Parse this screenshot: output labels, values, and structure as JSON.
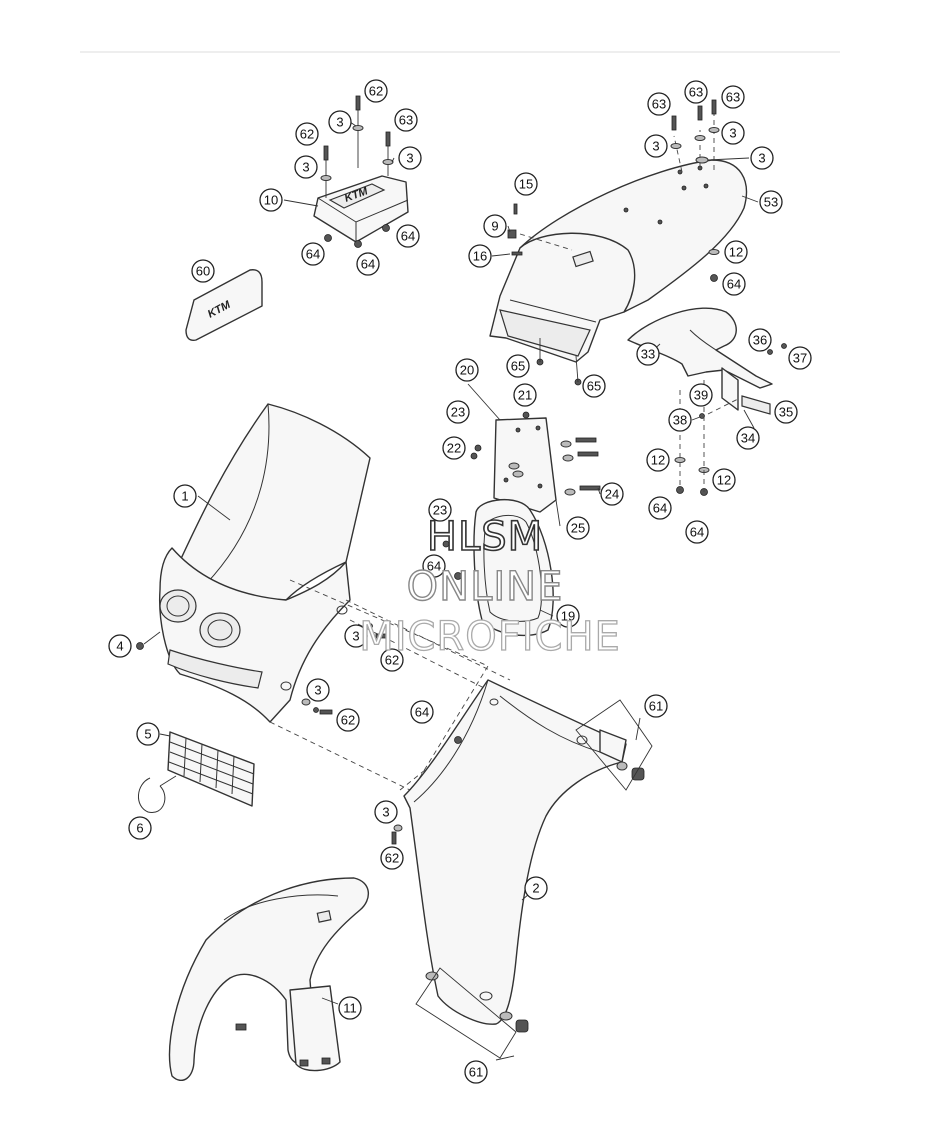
{
  "watermark": {
    "line1": "HLSM",
    "line2": "ONLINE",
    "line3": "MICROFICHE"
  },
  "logos": {
    "seat_logo": "KTM",
    "panel_logo": "KTM"
  },
  "callouts": [
    {
      "id": "c62a",
      "label": "62"
    },
    {
      "id": "c3a",
      "label": "3"
    },
    {
      "id": "c63a",
      "label": "63"
    },
    {
      "id": "c62b",
      "label": "62"
    },
    {
      "id": "c3b",
      "label": "3"
    },
    {
      "id": "c3c",
      "label": "3"
    },
    {
      "id": "c10",
      "label": "10"
    },
    {
      "id": "c64a",
      "label": "64"
    },
    {
      "id": "c64b",
      "label": "64"
    },
    {
      "id": "c64c",
      "label": "64"
    },
    {
      "id": "c60",
      "label": "60"
    },
    {
      "id": "c63b",
      "label": "63"
    },
    {
      "id": "c63c",
      "label": "63"
    },
    {
      "id": "c63d",
      "label": "63"
    },
    {
      "id": "c3d",
      "label": "3"
    },
    {
      "id": "c3e",
      "label": "3"
    },
    {
      "id": "c3f",
      "label": "3"
    },
    {
      "id": "c15",
      "label": "15"
    },
    {
      "id": "c53",
      "label": "53"
    },
    {
      "id": "c9",
      "label": "9"
    },
    {
      "id": "c16",
      "label": "16"
    },
    {
      "id": "c12a",
      "label": "12"
    },
    {
      "id": "c64d",
      "label": "64"
    },
    {
      "id": "c65a",
      "label": "65"
    },
    {
      "id": "c65b",
      "label": "65"
    },
    {
      "id": "c33",
      "label": "33"
    },
    {
      "id": "c36",
      "label": "36"
    },
    {
      "id": "c37",
      "label": "37"
    },
    {
      "id": "c20",
      "label": "20"
    },
    {
      "id": "c21",
      "label": "21"
    },
    {
      "id": "c23a",
      "label": "23"
    },
    {
      "id": "c22",
      "label": "22"
    },
    {
      "id": "c39",
      "label": "39"
    },
    {
      "id": "c38",
      "label": "38"
    },
    {
      "id": "c35",
      "label": "35"
    },
    {
      "id": "c34",
      "label": "34"
    },
    {
      "id": "c12b",
      "label": "12"
    },
    {
      "id": "c12c",
      "label": "12"
    },
    {
      "id": "c24",
      "label": "24"
    },
    {
      "id": "c64e",
      "label": "64"
    },
    {
      "id": "c64f",
      "label": "64"
    },
    {
      "id": "c1",
      "label": "1"
    },
    {
      "id": "c23b",
      "label": "23"
    },
    {
      "id": "c25",
      "label": "25"
    },
    {
      "id": "c64g",
      "label": "64"
    },
    {
      "id": "c19",
      "label": "19"
    },
    {
      "id": "c4",
      "label": "4"
    },
    {
      "id": "c3g",
      "label": "3"
    },
    {
      "id": "c62c",
      "label": "62"
    },
    {
      "id": "c3h",
      "label": "3"
    },
    {
      "id": "c62d",
      "label": "62"
    },
    {
      "id": "c61a",
      "label": "61"
    },
    {
      "id": "c5",
      "label": "5"
    },
    {
      "id": "c64h",
      "label": "64"
    },
    {
      "id": "c6",
      "label": "6"
    },
    {
      "id": "c3i",
      "label": "3"
    },
    {
      "id": "c62e",
      "label": "62"
    },
    {
      "id": "c2",
      "label": "2"
    },
    {
      "id": "c11",
      "label": "11"
    },
    {
      "id": "c61b",
      "label": "61"
    }
  ]
}
